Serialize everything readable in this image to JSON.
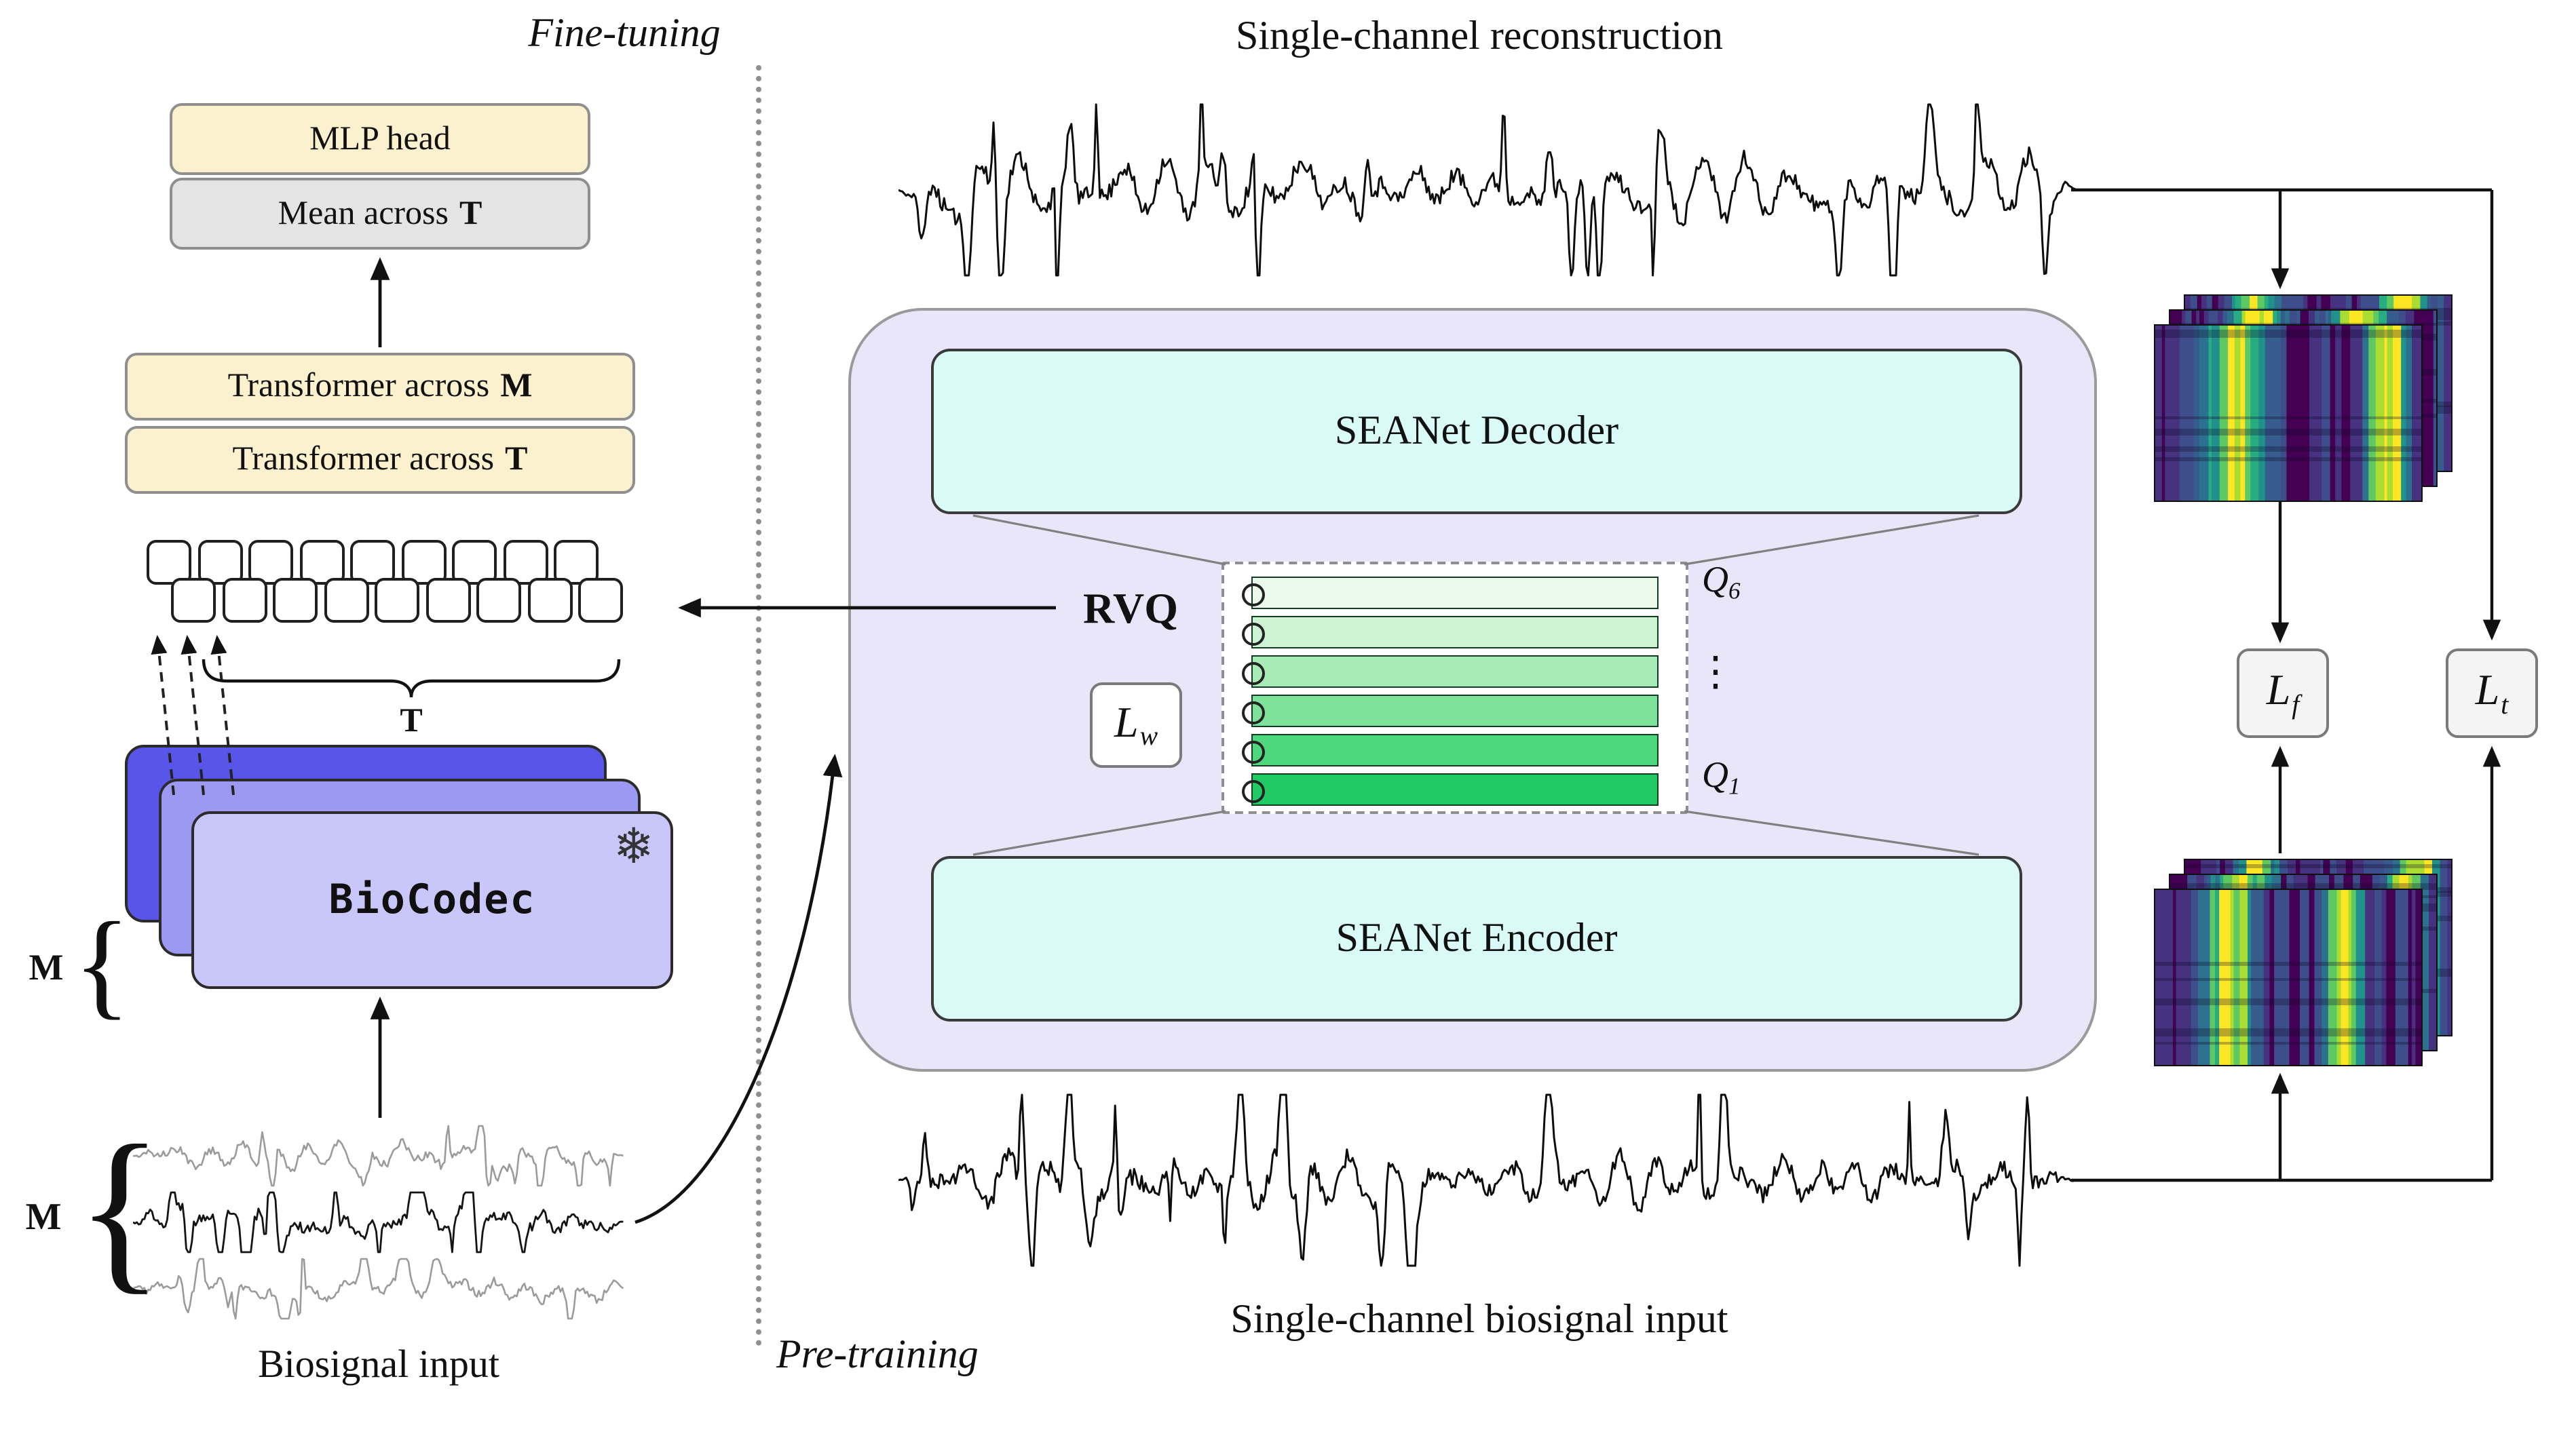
{
  "colors": {
    "cream": "#fcf1cf",
    "grayBox": "#e4e4e4",
    "lavender": "#e9e6fa",
    "cyan": "#dafaf7",
    "codecFront": "#c9c6fa",
    "codecMid": "#9c99f3",
    "codecBack": "#5a55e9",
    "lossBox": "#f4f4f4"
  },
  "finetune": {
    "section_label": "Fine-tuning",
    "mlp_head": "MLP head",
    "mean_prefix": "Mean across",
    "mean_bold": "T",
    "transformer_m_prefix": "Transformer across",
    "transformer_m_bold": "M",
    "transformer_t_prefix": "Transformer across",
    "transformer_t_bold": "T",
    "t_brace_label": "T",
    "token_grid": {
      "back_count": 9,
      "front_count": 9
    },
    "biocodec_label": "BioCodec",
    "snowflake_icon": "❄",
    "brace_glyph": "{",
    "m_stack_label": "M",
    "m_wave_label": "M",
    "biosignal_input_label": "Biosignal input"
  },
  "pretrain": {
    "section_label": "Pre-training",
    "reconstruction_title": "Single-channel reconstruction",
    "input_title": "Single-channel biosignal input",
    "decoder_label": "SEANet Decoder",
    "encoder_label": "SEANet Encoder",
    "rvq_label": "RVQ",
    "rvq_dots": "⋮",
    "q_top": {
      "base": "Q",
      "sub": "6"
    },
    "q_bottom": {
      "base": "Q",
      "sub": "1"
    },
    "rvq_bar_colors": [
      "#eaf9ea",
      "#cdf3d2",
      "#a8ebb6",
      "#7ee29a",
      "#4fd77d",
      "#21cb63"
    ],
    "loss_w": {
      "base": "L",
      "sub": "w"
    }
  },
  "losses": {
    "freq": {
      "base": "L",
      "sub": "f"
    },
    "time": {
      "base": "L",
      "sub": "t"
    }
  },
  "right": {
    "spectrogram_layers": 3
  }
}
